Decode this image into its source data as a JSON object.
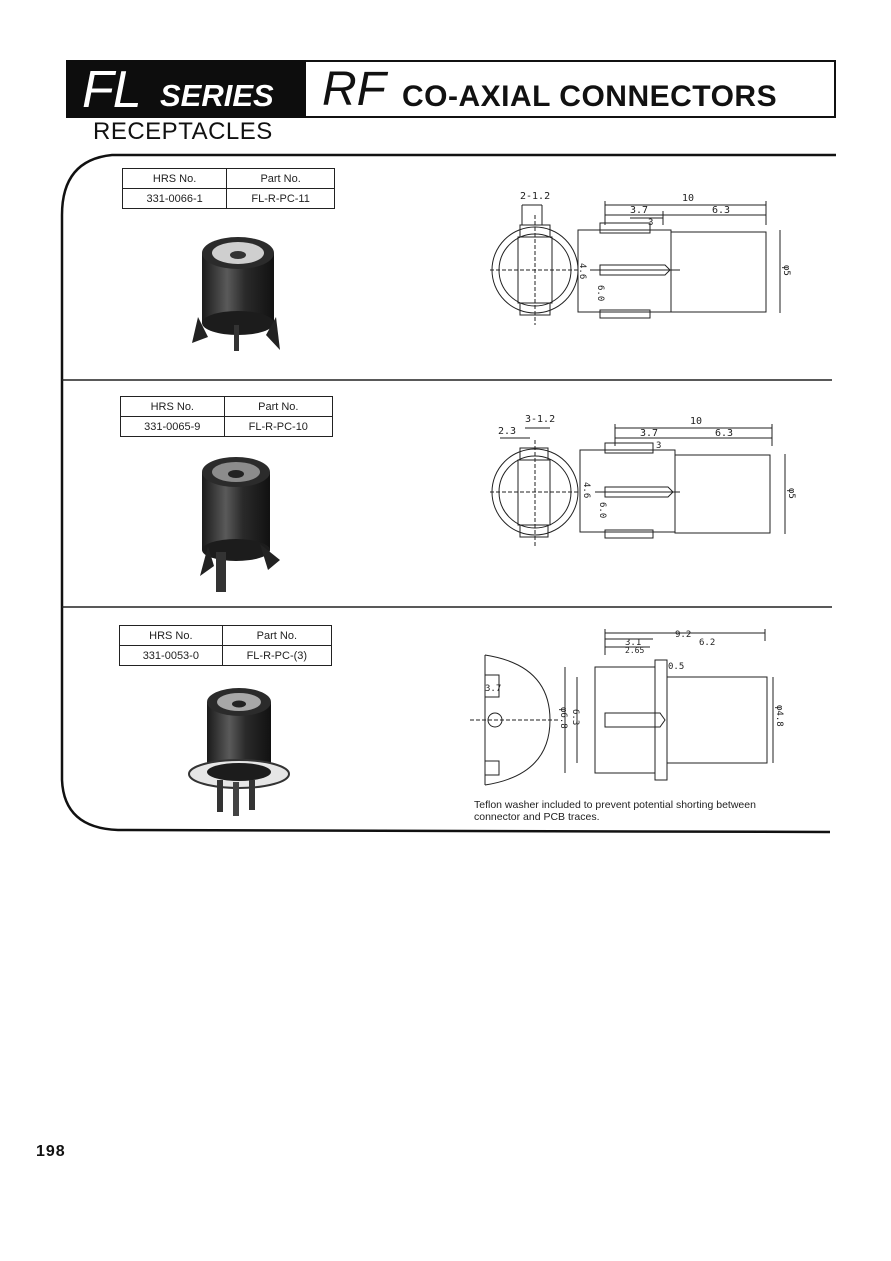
{
  "header": {
    "series_code": "FL",
    "series_word": "SERIES",
    "rf": "RF",
    "title": "CO-AXIAL CONNECTORS",
    "subtitle": "RECEPTACLES"
  },
  "table_headers": {
    "hrs": "HRS No.",
    "part": "Part No."
  },
  "products": [
    {
      "hrs_no": "331-0066-1",
      "part_no": "FL-R-PC-11",
      "dims": {
        "pin": "2-1.2",
        "overall": "10",
        "front": "3.7",
        "rear": "6.3",
        "step": "3",
        "d1": "4.6",
        "d2": "6.0",
        "d3": "φ5"
      }
    },
    {
      "hrs_no": "331-0065-9",
      "part_no": "FL-R-PC-10",
      "dims": {
        "pin": "3-1.2",
        "offset": "2.3",
        "overall": "10",
        "front": "3.7",
        "rear": "6.3",
        "step": "3",
        "d1": "4.6",
        "d2": "6.0",
        "d3": "φ5"
      }
    },
    {
      "hrs_no": "331-0053-0",
      "part_no": "FL-R-PC-(3)",
      "dims": {
        "overall": "9.2",
        "rear": "6.2",
        "front": "3.1",
        "inner": "2.65",
        "gap": "0.5",
        "left": "3.7",
        "d1": "φ6.8",
        "d2": "6.3",
        "d3": "φ4.8"
      }
    }
  ],
  "note": "Teflon washer included to prevent potential shorting between connector and PCB traces.",
  "page_number": "198"
}
